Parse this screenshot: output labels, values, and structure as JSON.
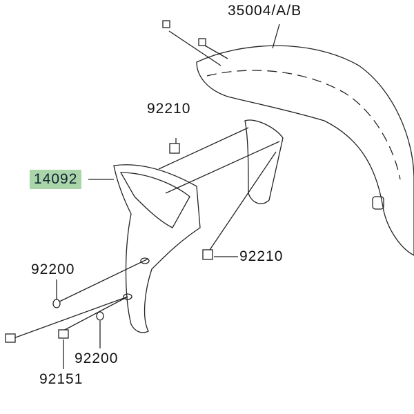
{
  "labels": {
    "fender": "35004/A/B",
    "bolt_top": "92210",
    "cover": "14092",
    "bolt_mid": "92210",
    "washer_left": "92200",
    "washer_right": "92200",
    "screw": "92151"
  },
  "highlight_color": "#a9d5a9"
}
